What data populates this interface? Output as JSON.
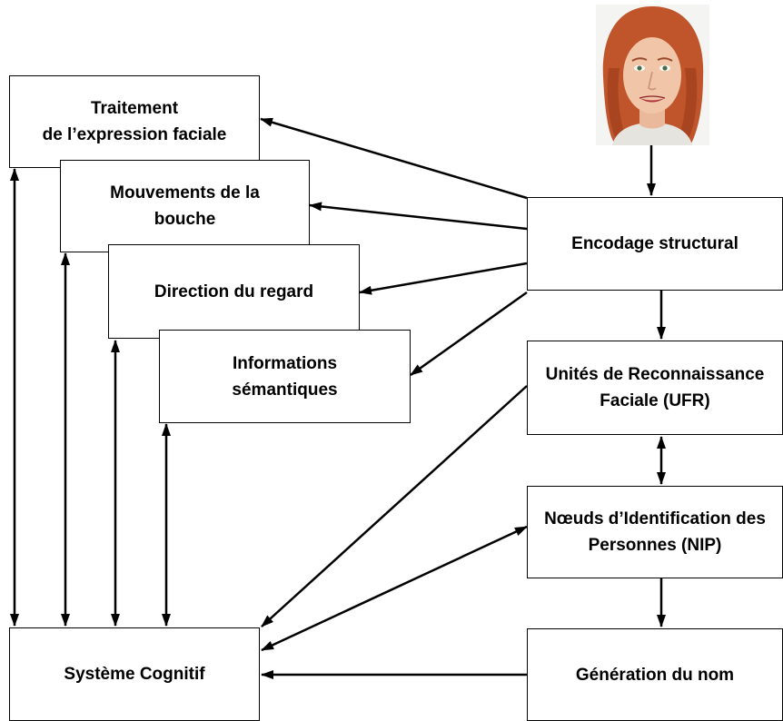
{
  "boxes": {
    "traitement_expression": {
      "line1": "Traitement",
      "line2": "de l’expression faciale"
    },
    "mouvements_bouche": {
      "line1": "Mouvements de la",
      "line2": "bouche"
    },
    "direction_regard": {
      "line1": "Direction du regard"
    },
    "informations_semantiques": {
      "line1": "Informations",
      "line2": "sémantiques"
    },
    "encodage_structural": {
      "line1": "Encodage structural"
    },
    "ufr": {
      "line1": "Unités de Reconnaissance",
      "line2": "Faciale (UFR)"
    },
    "nip": {
      "line1": "Nœuds d’Identification des",
      "line2": "Personnes (NIP)"
    },
    "generation_nom": {
      "line1": "Génération du nom"
    },
    "systeme_cognitif": {
      "line1": "Système Cognitif"
    }
  },
  "image": {
    "subject": "face-photo"
  },
  "colors": {
    "line": "#000000",
    "background": "#ffffff"
  }
}
